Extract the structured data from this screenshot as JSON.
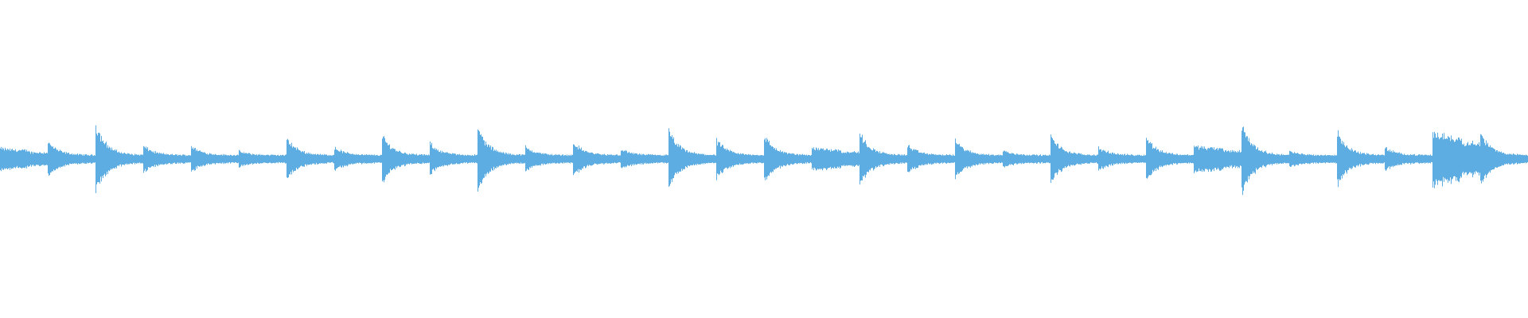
{
  "chart_data": {
    "type": "area",
    "color": "#5dade2",
    "ylim": [
      -1,
      1
    ],
    "grid": false,
    "segment_count": 32,
    "peak_amplitudes": [
      0.07,
      0.11,
      0.22,
      0.085,
      0.085,
      0.05,
      0.135,
      0.075,
      0.15,
      0.1,
      0.2,
      0.08,
      0.11,
      0.065,
      0.18,
      0.12,
      0.15,
      0.075,
      0.165,
      0.09,
      0.12,
      0.055,
      0.15,
      0.075,
      0.14,
      0.085,
      0.225,
      0.05,
      0.17,
      0.075,
      0.17,
      0.165
    ],
    "sustained_segments": [
      0,
      17,
      25,
      30
    ]
  }
}
